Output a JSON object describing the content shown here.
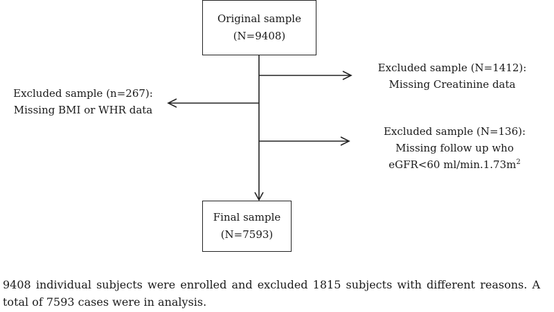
{
  "flowchart": {
    "original": {
      "line1": "Original sample",
      "line2": "(N=9408)"
    },
    "excluded_creatinine": {
      "line1": "Excluded sample (N=1412):",
      "line2": "Missing Creatinine data"
    },
    "excluded_bmi": {
      "line1": "Excluded sample (n=267):",
      "line2": "Missing BMI or WHR data"
    },
    "excluded_followup": {
      "line1": "Excluded sample (N=136):",
      "line2": "Missing follow up who",
      "line3_prefix": "eGFR<60 ml/min.1.73m",
      "line3_sup": "2"
    },
    "final": {
      "line1": "Final sample",
      "line2": "(N=7593)"
    }
  },
  "caption": "9408 individual subjects were enrolled and excluded 1815 subjects with different reasons. A total of 7593 cases were in analysis."
}
